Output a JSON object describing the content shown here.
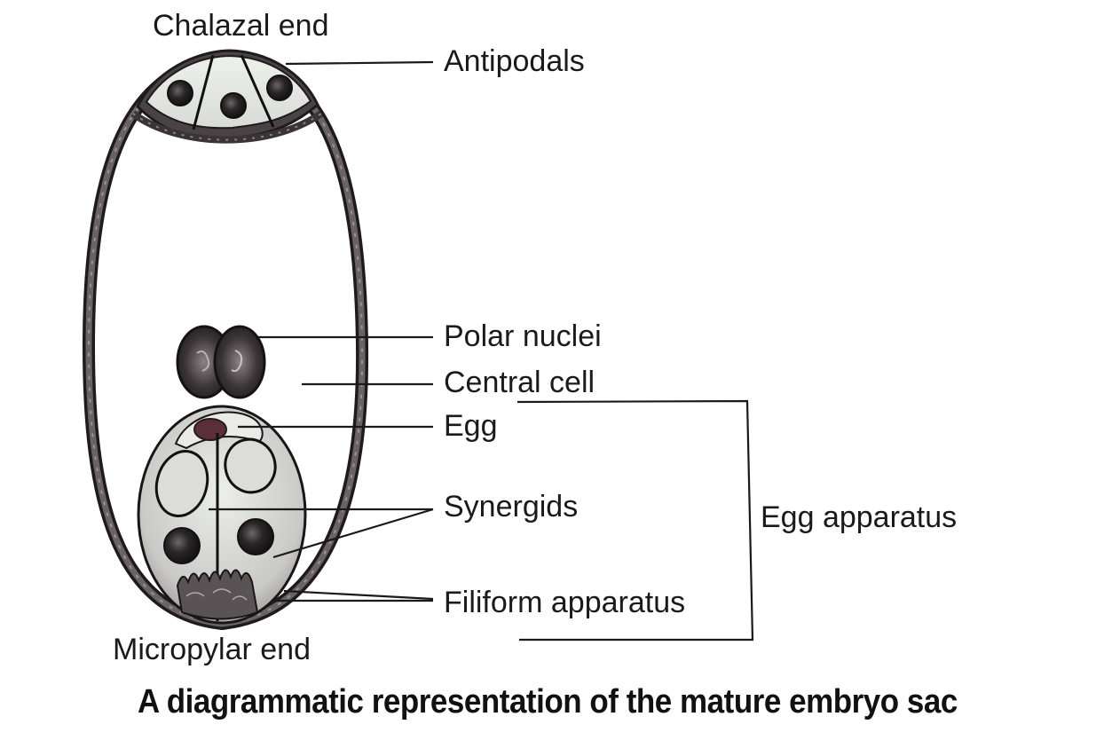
{
  "diagram": {
    "title": "A diagrammatic representation of the mature embryo sac",
    "end_labels": {
      "top": "Chalazal end",
      "bottom": "Micropylar end"
    },
    "labels": {
      "antipodals": "Antipodals",
      "polar_nuclei": "Polar nuclei",
      "central_cell": "Central cell",
      "egg": "Egg",
      "synergids": "Synergids",
      "filiform_apparatus": "Filiform apparatus"
    },
    "bracket_label": "Egg apparatus",
    "bracket_groups": [
      "Egg",
      "Synergids",
      "Filiform apparatus"
    ],
    "colors": {
      "wall": "#4a4346",
      "cell_fill": "#e4e6e2",
      "nucleus": "#262224",
      "line": "#1a1a1a"
    }
  }
}
